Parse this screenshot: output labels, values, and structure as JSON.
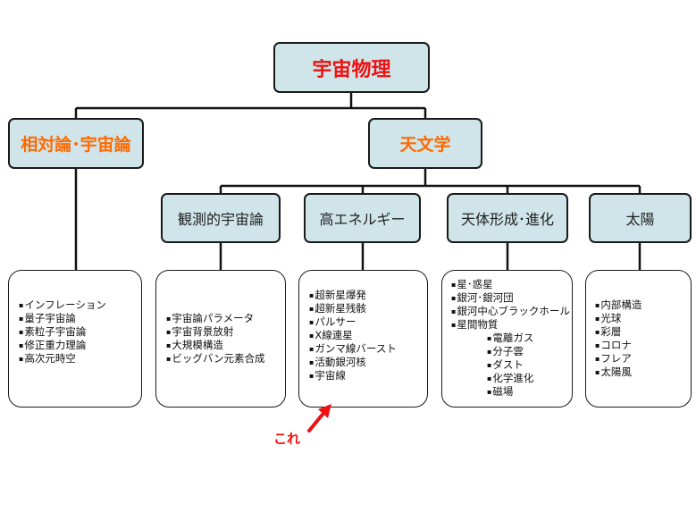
{
  "root": "宇宙物理",
  "branches": {
    "relativity": {
      "label": "相対論･宇宙論",
      "items": [
        "インフレーション",
        "量子宇宙論",
        "素粒子宇宙論",
        "修正重力理論",
        "高次元時空"
      ]
    },
    "astronomy": {
      "label": "天文学"
    }
  },
  "astronomy_children": [
    {
      "label": "観測的宇宙論",
      "items": [
        {
          "text": "宇宙論パラメータ",
          "indent": false
        },
        {
          "text": "宇宙背景放射",
          "indent": false
        },
        {
          "text": "大規模構造",
          "indent": false
        },
        {
          "text": "ビッグバン元素合成",
          "indent": false
        }
      ]
    },
    {
      "label": "高エネルギー",
      "items": [
        {
          "text": "超新星爆発",
          "indent": false
        },
        {
          "text": "超新星残骸",
          "indent": false
        },
        {
          "text": "パルサー",
          "indent": false
        },
        {
          "text": "X線連星",
          "indent": false
        },
        {
          "text": "ガンマ線バースト",
          "indent": false
        },
        {
          "text": "活動銀河核",
          "indent": false
        },
        {
          "text": "宇宙線",
          "indent": false
        }
      ]
    },
    {
      "label": "天体形成･進化",
      "items": [
        {
          "text": "星･惑星",
          "indent": false
        },
        {
          "text": "銀河･銀河団",
          "indent": false
        },
        {
          "text": "銀河中心ブラックホール",
          "indent": false
        },
        {
          "text": "星間物質",
          "indent": false
        },
        {
          "text": "電離ガス",
          "indent": true
        },
        {
          "text": "分子雲",
          "indent": true
        },
        {
          "text": "ダスト",
          "indent": true
        },
        {
          "text": "化学進化",
          "indent": true
        },
        {
          "text": "磁場",
          "indent": true
        }
      ]
    },
    {
      "label": "太陽",
      "items": [
        {
          "text": "内部構造",
          "indent": false
        },
        {
          "text": "光球",
          "indent": false
        },
        {
          "text": "彩層",
          "indent": false
        },
        {
          "text": "コロナ",
          "indent": false
        },
        {
          "text": "フレア",
          "indent": false
        },
        {
          "text": "太陽風",
          "indent": false
        }
      ]
    }
  ],
  "annotation": "これ",
  "colors": {
    "box_fill": "#cfe5ea",
    "root_text": "#ee1111",
    "branch_text": "#ff6a00",
    "annotation": "#ee1111"
  }
}
